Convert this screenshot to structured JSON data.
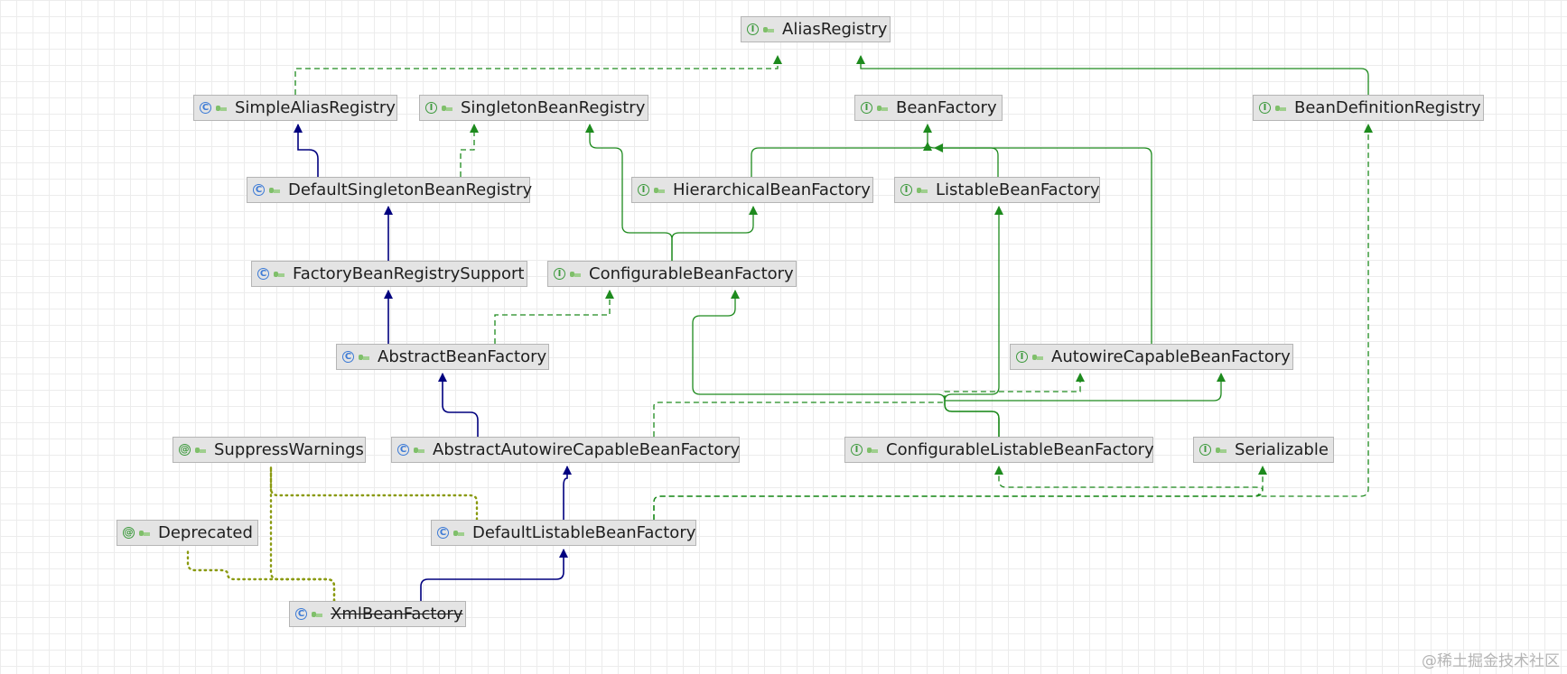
{
  "nodes": [
    {
      "id": "AliasRegistry",
      "label": "AliasRegistry",
      "kind": "interface",
      "glyph": "I"
    },
    {
      "id": "SimpleAliasRegistry",
      "label": "SimpleAliasRegistry",
      "kind": "class",
      "glyph": "C"
    },
    {
      "id": "SingletonBeanRegistry",
      "label": "SingletonBeanRegistry",
      "kind": "interface",
      "glyph": "I"
    },
    {
      "id": "BeanFactory",
      "label": "BeanFactory",
      "kind": "interface",
      "glyph": "I"
    },
    {
      "id": "BeanDefinitionRegistry",
      "label": "BeanDefinitionRegistry",
      "kind": "interface",
      "glyph": "I"
    },
    {
      "id": "DefaultSingletonBeanRegistry",
      "label": "DefaultSingletonBeanRegistry",
      "kind": "class",
      "glyph": "C"
    },
    {
      "id": "HierarchicalBeanFactory",
      "label": "HierarchicalBeanFactory",
      "kind": "interface",
      "glyph": "I"
    },
    {
      "id": "ListableBeanFactory",
      "label": "ListableBeanFactory",
      "kind": "interface",
      "glyph": "I"
    },
    {
      "id": "FactoryBeanRegistrySupport",
      "label": "FactoryBeanRegistrySupport",
      "kind": "class",
      "glyph": "C"
    },
    {
      "id": "ConfigurableBeanFactory",
      "label": "ConfigurableBeanFactory",
      "kind": "interface",
      "glyph": "I"
    },
    {
      "id": "AbstractBeanFactory",
      "label": "AbstractBeanFactory",
      "kind": "class",
      "glyph": "C"
    },
    {
      "id": "AutowireCapableBeanFactory",
      "label": "AutowireCapableBeanFactory",
      "kind": "interface",
      "glyph": "I"
    },
    {
      "id": "SuppressWarnings",
      "label": "SuppressWarnings",
      "kind": "annotation",
      "glyph": "@"
    },
    {
      "id": "AbstractAutowireCapableBeanFactory",
      "label": "AbstractAutowireCapableBeanFactory",
      "kind": "class",
      "glyph": "C"
    },
    {
      "id": "ConfigurableListableBeanFactory",
      "label": "ConfigurableListableBeanFactory",
      "kind": "interface",
      "glyph": "I"
    },
    {
      "id": "Serializable",
      "label": "Serializable",
      "kind": "interface",
      "glyph": "I"
    },
    {
      "id": "Deprecated",
      "label": "Deprecated",
      "kind": "annotation",
      "glyph": "@"
    },
    {
      "id": "DefaultListableBeanFactory",
      "label": "DefaultListableBeanFactory",
      "kind": "class",
      "glyph": "C"
    },
    {
      "id": "XmlBeanFactory",
      "label": "XmlBeanFactory",
      "kind": "class",
      "glyph": "C",
      "deprecated": true
    }
  ],
  "edges": [
    {
      "from": "SimpleAliasRegistry",
      "to": "AliasRegistry",
      "type": "implements"
    },
    {
      "from": "BeanDefinitionRegistry",
      "to": "AliasRegistry",
      "type": "extends-interface"
    },
    {
      "from": "DefaultSingletonBeanRegistry",
      "to": "SimpleAliasRegistry",
      "type": "extends"
    },
    {
      "from": "DefaultSingletonBeanRegistry",
      "to": "SingletonBeanRegistry",
      "type": "implements"
    },
    {
      "from": "HierarchicalBeanFactory",
      "to": "BeanFactory",
      "type": "extends-interface"
    },
    {
      "from": "ListableBeanFactory",
      "to": "BeanFactory",
      "type": "extends-interface"
    },
    {
      "from": "AutowireCapableBeanFactory",
      "to": "BeanFactory",
      "type": "extends-interface"
    },
    {
      "from": "FactoryBeanRegistrySupport",
      "to": "DefaultSingletonBeanRegistry",
      "type": "extends"
    },
    {
      "from": "ConfigurableBeanFactory",
      "to": "HierarchicalBeanFactory",
      "type": "extends-interface"
    },
    {
      "from": "ConfigurableBeanFactory",
      "to": "SingletonBeanRegistry",
      "type": "extends-interface"
    },
    {
      "from": "AbstractBeanFactory",
      "to": "FactoryBeanRegistrySupport",
      "type": "extends"
    },
    {
      "from": "AbstractBeanFactory",
      "to": "ConfigurableBeanFactory",
      "type": "implements"
    },
    {
      "from": "AbstractAutowireCapableBeanFactory",
      "to": "AbstractBeanFactory",
      "type": "extends"
    },
    {
      "from": "AbstractAutowireCapableBeanFactory",
      "to": "AutowireCapableBeanFactory",
      "type": "implements"
    },
    {
      "from": "ConfigurableListableBeanFactory",
      "to": "ListableBeanFactory",
      "type": "extends-interface"
    },
    {
      "from": "ConfigurableListableBeanFactory",
      "to": "AutowireCapableBeanFactory",
      "type": "extends-interface"
    },
    {
      "from": "ConfigurableListableBeanFactory",
      "to": "ConfigurableBeanFactory",
      "type": "extends-interface"
    },
    {
      "from": "DefaultListableBeanFactory",
      "to": "AbstractAutowireCapableBeanFactory",
      "type": "extends"
    },
    {
      "from": "DefaultListableBeanFactory",
      "to": "ConfigurableListableBeanFactory",
      "type": "implements"
    },
    {
      "from": "DefaultListableBeanFactory",
      "to": "Serializable",
      "type": "implements"
    },
    {
      "from": "DefaultListableBeanFactory",
      "to": "BeanDefinitionRegistry",
      "type": "implements"
    },
    {
      "from": "AbstractAutowireCapableBeanFactory",
      "to": "SuppressWarnings",
      "type": "annotated"
    },
    {
      "from": "XmlBeanFactory",
      "to": "DefaultListableBeanFactory",
      "type": "extends"
    },
    {
      "from": "XmlBeanFactory",
      "to": "SuppressWarnings",
      "type": "annotated"
    },
    {
      "from": "XmlBeanFactory",
      "to": "Deprecated",
      "type": "annotated"
    }
  ],
  "colors": {
    "extends": "#00007f",
    "implements": "#1d8a1d",
    "extends-interface": "#1d8a1d",
    "annotated": "#8a9a10"
  },
  "watermark": "@稀土掘金技术社区"
}
